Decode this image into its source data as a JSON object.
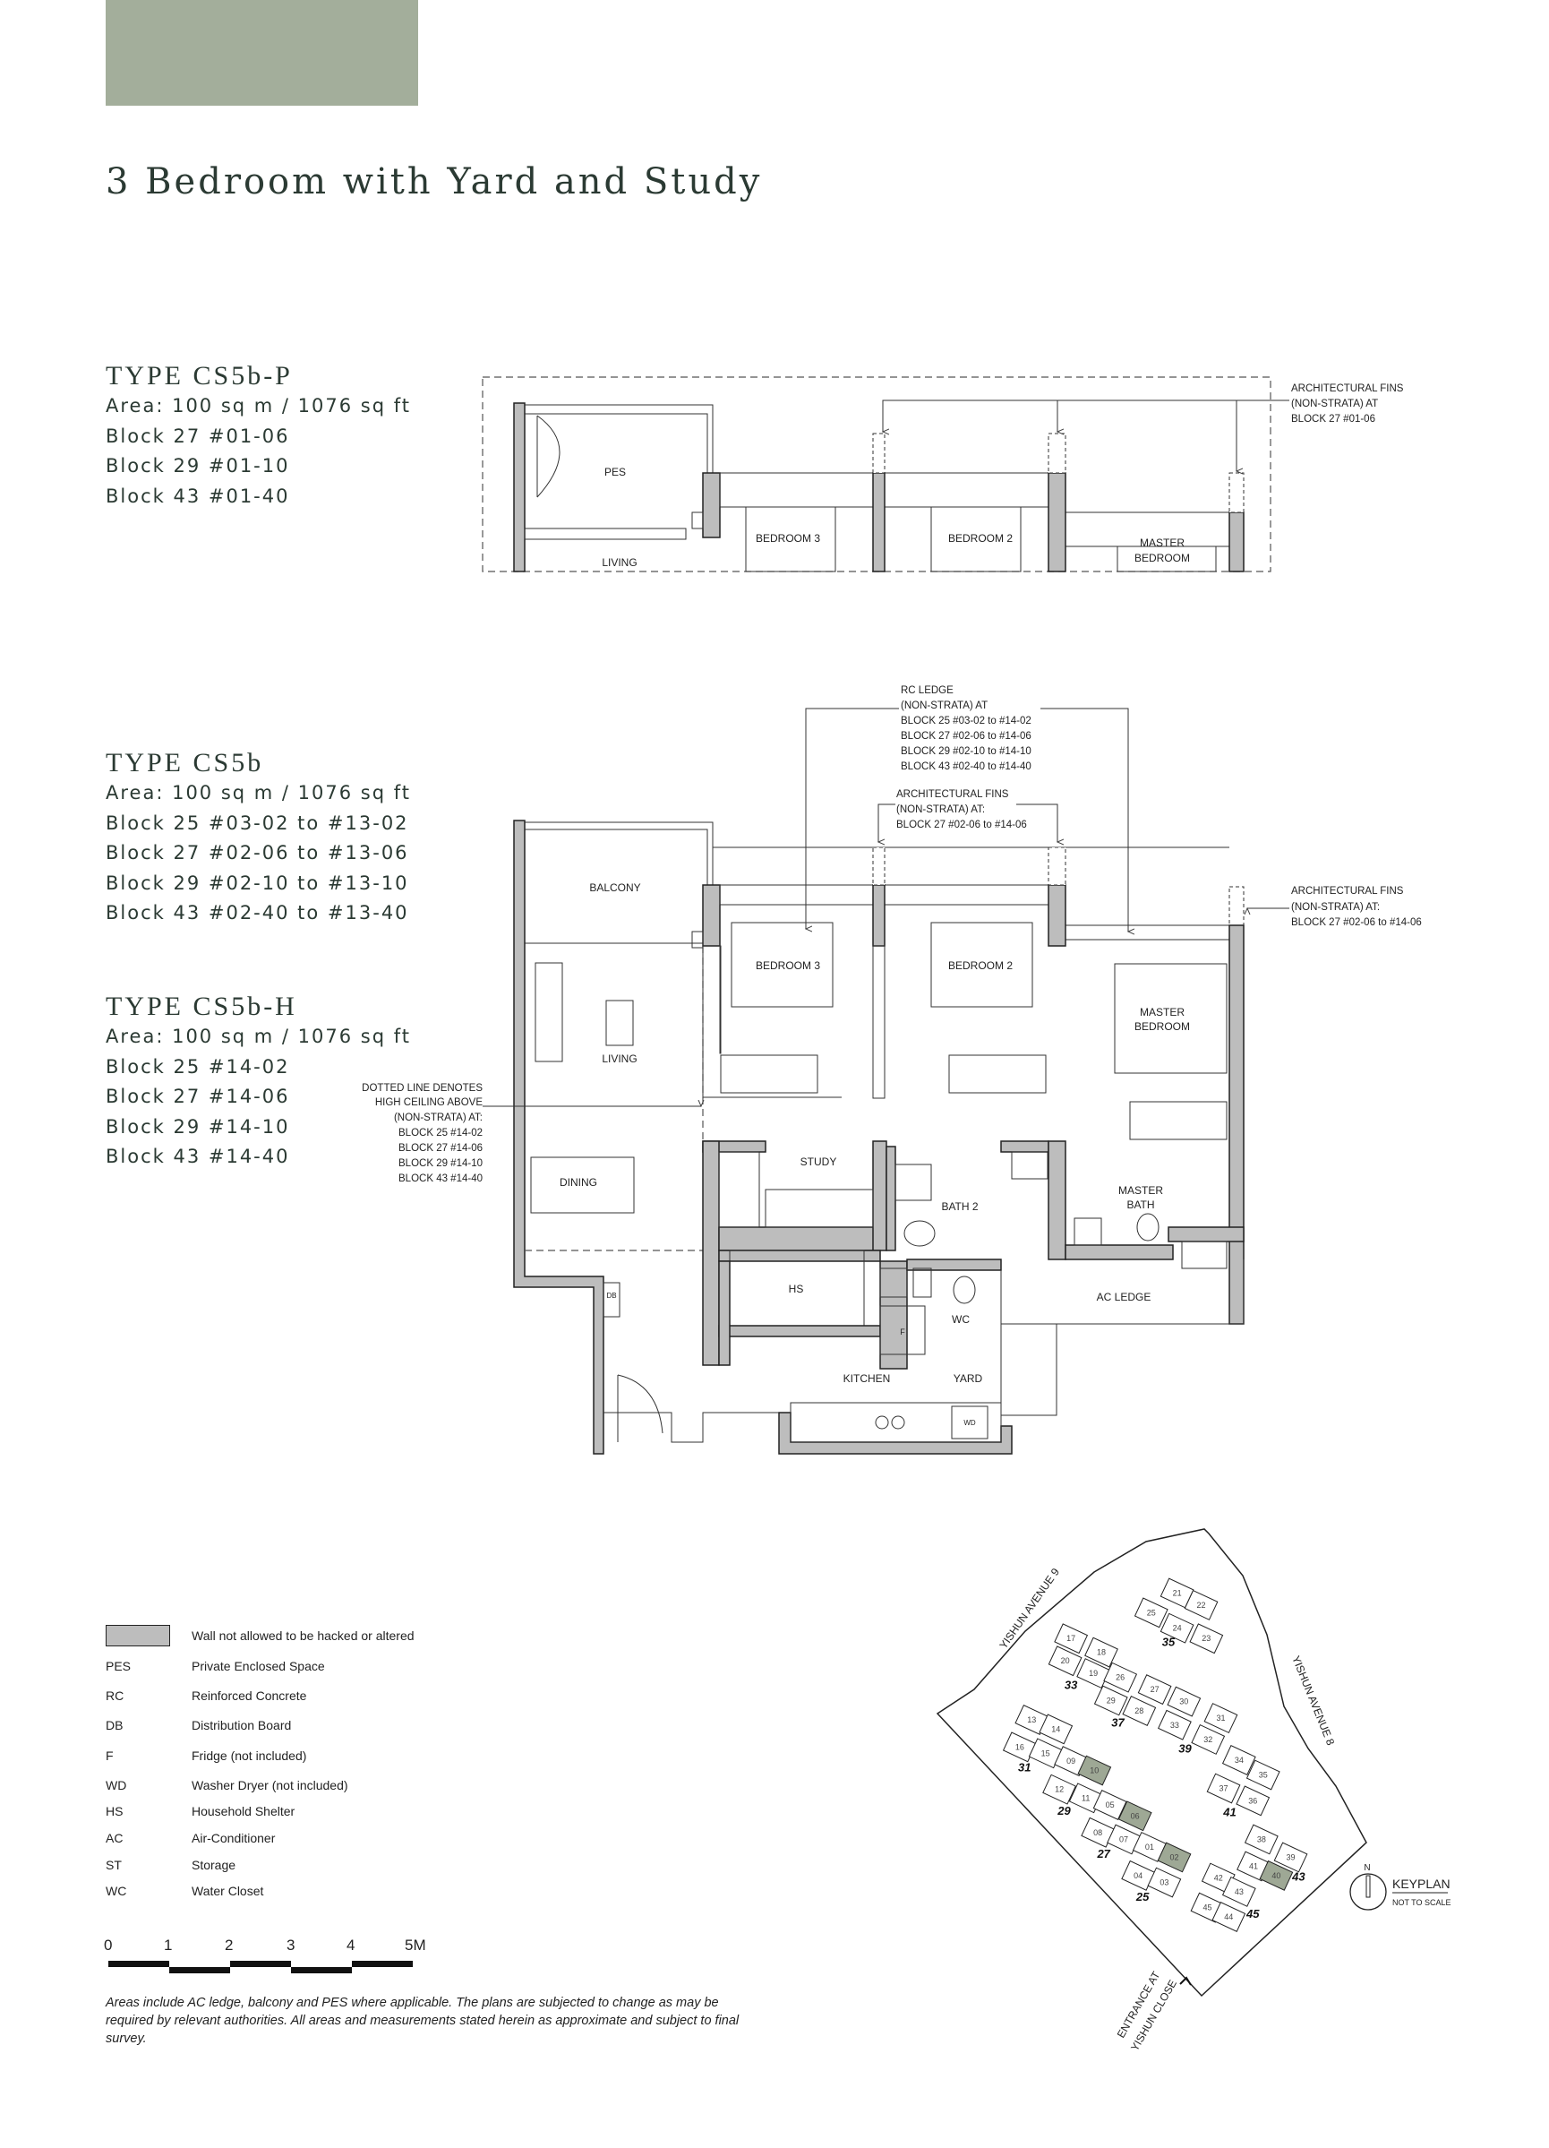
{
  "page_title": "3 Bedroom with Yard and Study",
  "colors": {
    "banner": "#a3ae9b",
    "wall": "#bdbdbd",
    "highlight_unit": "#9ea895"
  },
  "unit_types": [
    {
      "title": "TYPE CS5b-P",
      "lines": [
        "Area: 100 sq m / 1076 sq ft",
        "Block 27 #01-06",
        "Block 29 #01-10",
        "Block 43 #01-40"
      ]
    },
    {
      "title": "TYPE CS5b",
      "lines": [
        "Area: 100 sq m / 1076 sq ft",
        "Block 25 #03-02 to #13-02",
        "Block 27 #02-06 to #13-06",
        "Block 29 #02-10 to #13-10",
        "Block 43 #02-40 to #13-40"
      ]
    },
    {
      "title": "TYPE CS5b-H",
      "lines": [
        "Area: 100 sq m / 1076 sq ft",
        "Block 25 #14-02",
        "Block 27 #14-06",
        "Block 29 #14-10",
        "Block 43 #14-40"
      ]
    }
  ],
  "plan_p": {
    "rooms": {
      "pes": "PES",
      "bedroom3": "BEDROOM 3",
      "bedroom2": "BEDROOM 2",
      "master1": "MASTER",
      "master2": "BEDROOM",
      "living": "LIVING"
    },
    "fins_note": [
      "ARCHITECTURAL FINS",
      "(NON-STRATA)  AT",
      "BLOCK 27 #01-06"
    ]
  },
  "plan_main": {
    "rooms": {
      "balcony": "BALCONY",
      "bedroom3": "BEDROOM 3",
      "bedroom2": "BEDROOM 2",
      "master1": "MASTER",
      "master2": "BEDROOM",
      "living": "LIVING",
      "study": "STUDY",
      "bath2": "BATH 2",
      "mbath1": "MASTER",
      "mbath2": "BATH",
      "dining": "DINING",
      "db": "DB",
      "hs": "HS",
      "ac_ledge": "AC LEDGE",
      "wc": "WC",
      "f": "F",
      "kitchen": "KITCHEN",
      "yard": "YARD",
      "wd": "WD"
    },
    "rc_ledge_note": [
      "RC LEDGE",
      "(NON-STRATA) AT",
      "BLOCK 25 #03-02 to #14-02",
      "BLOCK 27 #02-06 to #14-06",
      "BLOCK 29 #02-10 to #14-10",
      "BLOCK 43 #02-40 to #14-40"
    ],
    "fins_note_mid": [
      "ARCHITECTURAL FINS",
      "(NON-STRATA) AT:",
      "BLOCK 27 #02-06 to #14-06"
    ],
    "fins_note_right": [
      "ARCHITECTURAL FINS",
      "(NON-STRATA) AT:",
      "BLOCK 27 #02-06 to #14-06"
    ],
    "ceiling_note": [
      "DOTTED LINE DENOTES",
      "HIGH CEILING ABOVE",
      "(NON-STRATA) AT:",
      "BLOCK 25 #14-02",
      "BLOCK 27 #14-06",
      "BLOCK 29 #14-10",
      "BLOCK 43 #14-40"
    ]
  },
  "legend": {
    "swatch_label": "Wall not allowed to be hacked or altered",
    "items": [
      {
        "abbr": "PES",
        "desc": "Private Enclosed Space"
      },
      {
        "abbr": "RC",
        "desc": "Reinforced Concrete"
      },
      {
        "abbr": "DB",
        "desc": "Distribution Board"
      },
      {
        "abbr": "F",
        "desc": "Fridge (not included)"
      },
      {
        "abbr": "WD",
        "desc": "Washer Dryer (not included)"
      },
      {
        "abbr": "HS",
        "desc": "Household Shelter"
      },
      {
        "abbr": "AC",
        "desc": "Air-Conditioner"
      },
      {
        "abbr": "ST",
        "desc": "Storage"
      },
      {
        "abbr": "WC",
        "desc": "Water Closet"
      }
    ]
  },
  "scale_bar": {
    "ticks": [
      "0",
      "1",
      "2",
      "3",
      "4",
      "5M"
    ]
  },
  "disclaimer": "Areas include AC ledge, balcony and PES where applicable. The plans are subjected to change as may be required by relevant authorities. All areas and measurements stated herein as approximate and subject to final survey.",
  "keyplan": {
    "title": "KEYPLAN",
    "subtitle": "NOT TO SCALE",
    "north": "N",
    "roads": [
      "YISHUN AVENUE 9",
      "YISHUN AVENUE 8"
    ],
    "entrance": [
      "ENTRANCE AT",
      "YISHUN CLOSE"
    ],
    "units": [
      "21",
      "22",
      "25",
      "24",
      "23",
      "17",
      "18",
      "20",
      "19",
      "26",
      "27",
      "29",
      "28",
      "30",
      "31",
      "33",
      "32",
      "13",
      "14",
      "16",
      "15",
      "09",
      "10",
      "12",
      "11",
      "05",
      "06",
      "08",
      "07",
      "01",
      "02",
      "04",
      "03",
      "34",
      "35",
      "37",
      "36",
      "38",
      "39",
      "41",
      "40",
      "42",
      "43",
      "45",
      "44"
    ],
    "highlighted_units": [
      "10",
      "06",
      "02",
      "40"
    ],
    "blocks": [
      "35",
      "33",
      "37",
      "39",
      "31",
      "29",
      "27",
      "25",
      "41",
      "43",
      "45"
    ]
  }
}
